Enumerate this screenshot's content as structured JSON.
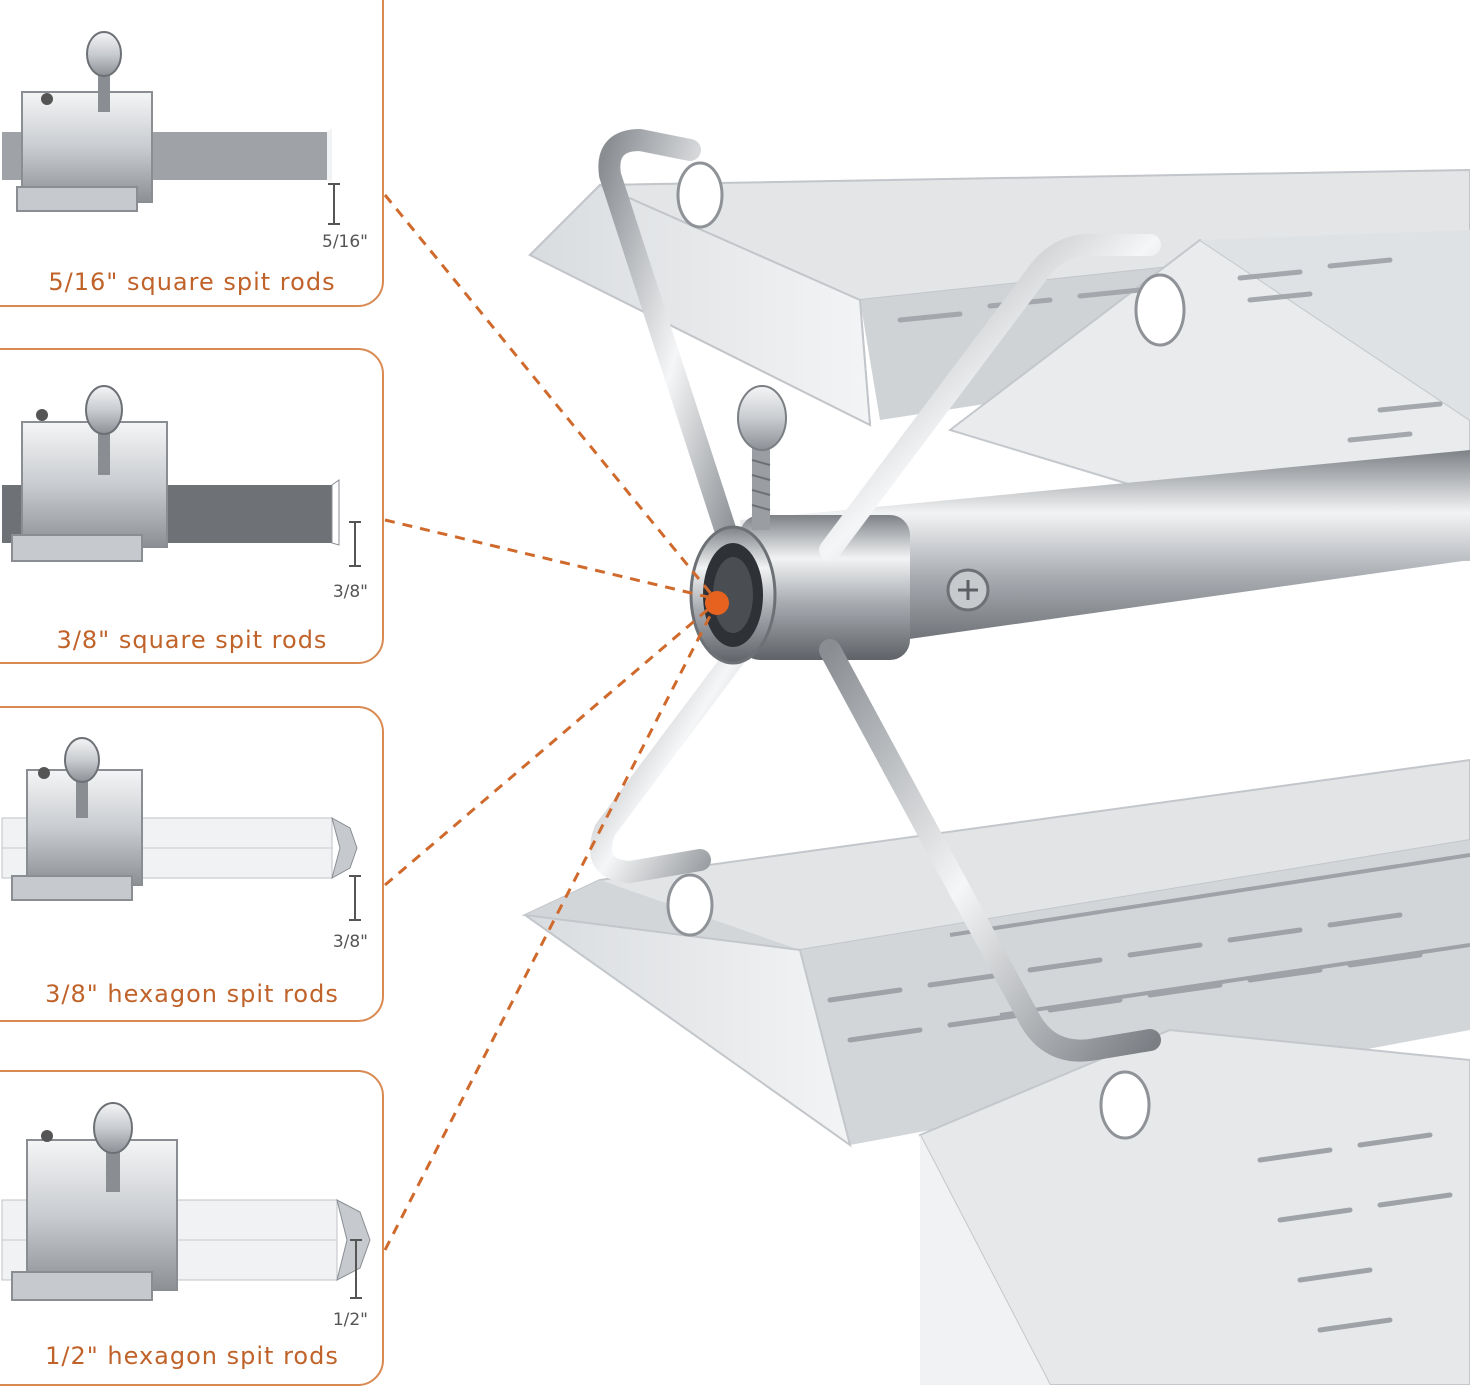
{
  "colors": {
    "accent": "#d06a2c",
    "card_border": "#d88a52",
    "steel_light": "#e8eaec",
    "steel_mid": "#b9bdc1",
    "steel_dark": "#6d7176"
  },
  "cards": [
    {
      "caption": "5/16\" square spit rods",
      "dimension": "5/16\"",
      "rod_shape": "square"
    },
    {
      "caption": "3/8\" square spit rods",
      "dimension": "3/8\"",
      "rod_shape": "square"
    },
    {
      "caption": "3/8\" hexagon spit rods",
      "dimension": "3/8\"",
      "rod_shape": "hexagon"
    },
    {
      "caption": "1/2\" hexagon spit rods",
      "dimension": "1/2\"",
      "rod_shape": "hexagon"
    }
  ],
  "icons": {
    "center_marker": "hub-center-dot",
    "thumb_screw": "thumb-screw-icon"
  }
}
